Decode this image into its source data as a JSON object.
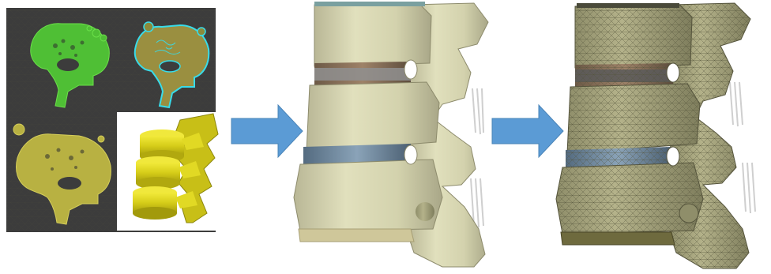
{
  "figure": {
    "panels": [
      {
        "name": "ct-segmentation-panel"
      },
      {
        "name": "spine-surface-model"
      },
      {
        "name": "spine-mesh-model"
      }
    ],
    "arrows": [
      {
        "name": "arrow-to-surface-model",
        "icon": "right-arrow-icon"
      },
      {
        "name": "arrow-to-mesh-model",
        "icon": "right-arrow-icon"
      }
    ]
  },
  "colors": {
    "arrow": "#5b9bd5",
    "bone": "#d9d8b2",
    "bone_shadow": "#a9a788",
    "ct_background": "#3d3d3d",
    "segmentation_green": "#52c23a",
    "segmentation_yellow": "#c9c34a",
    "segmentation_cyan": "#33d8e6",
    "disc_upper": "#8a6a4a",
    "disc_lower": "#6f8aa2",
    "ligament": "#c8c8c8"
  }
}
